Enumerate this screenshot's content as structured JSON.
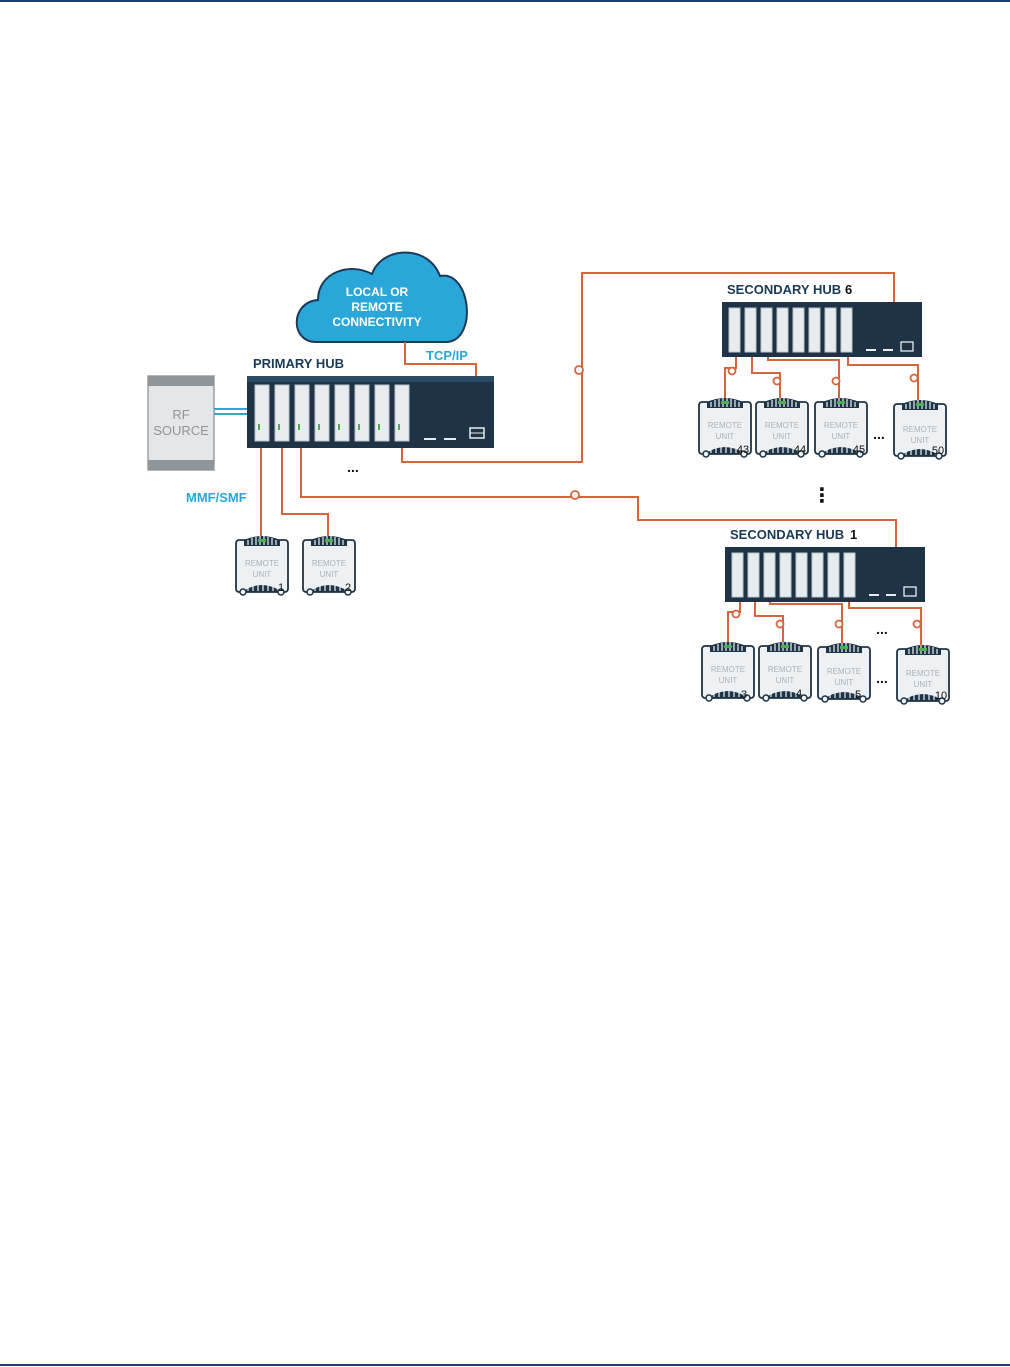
{
  "colors": {
    "accent_blue": "#2aa7d8",
    "hub_dark": "#1e3446",
    "fiber_orange": "#d7643a",
    "label_navy": "#1b3a57",
    "rule_blue": "#1f3f77"
  },
  "cloud": {
    "line1": "LOCAL OR",
    "line2": "REMOTE",
    "line3": "CONNECTIVITY"
  },
  "labels": {
    "tcp_ip": "TCP/IP",
    "mmf_smf": "MMF/SMF",
    "rf_line1": "RF",
    "rf_line2": "SOURCE",
    "primary_hub": "PRIMARY HUB",
    "secondary_hub_top": "SECONDARY HUB",
    "secondary_hub_top_num": "6",
    "secondary_hub_bottom": "SECONDARY HUB",
    "secondary_hub_bottom_num": "1",
    "ellipsis": "...",
    "vdots": "⋮"
  },
  "remote_unit": {
    "line1": "REMOTE",
    "line2": "UNIT"
  },
  "remote_numbers": {
    "p1": "1",
    "p2": "2",
    "t1": "43",
    "t2": "44",
    "t3": "45",
    "t4": "50",
    "b1": "3",
    "b2": "4",
    "b3": "5",
    "b4": "10"
  }
}
